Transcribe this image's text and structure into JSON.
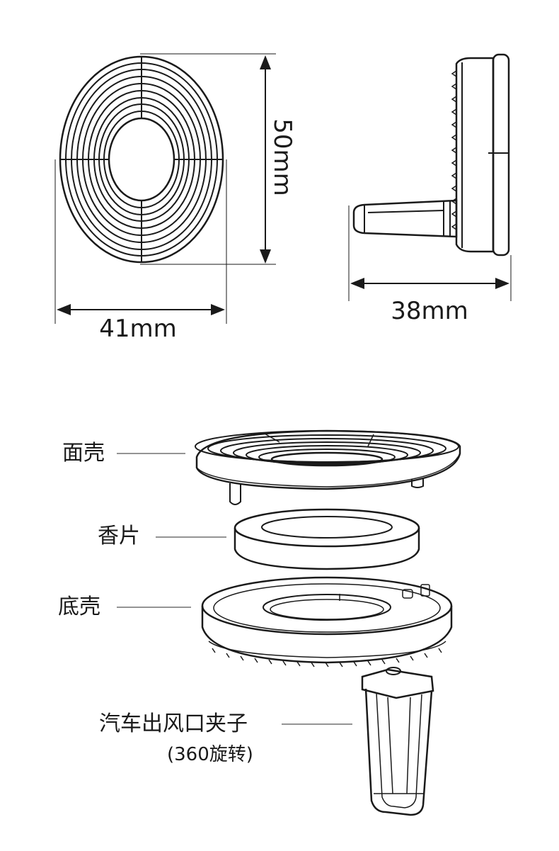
{
  "dimensions": {
    "width": "41mm",
    "height": "50mm",
    "depth": "38mm"
  },
  "parts": {
    "top_shell": "面壳",
    "fragrance_tablet": "香片",
    "bottom_shell": "底壳",
    "vent_clip": "汽车出风口夹子",
    "vent_clip_note": "(360旋转)"
  },
  "colors": {
    "line": "#1a1a1a",
    "background": "#ffffff"
  }
}
